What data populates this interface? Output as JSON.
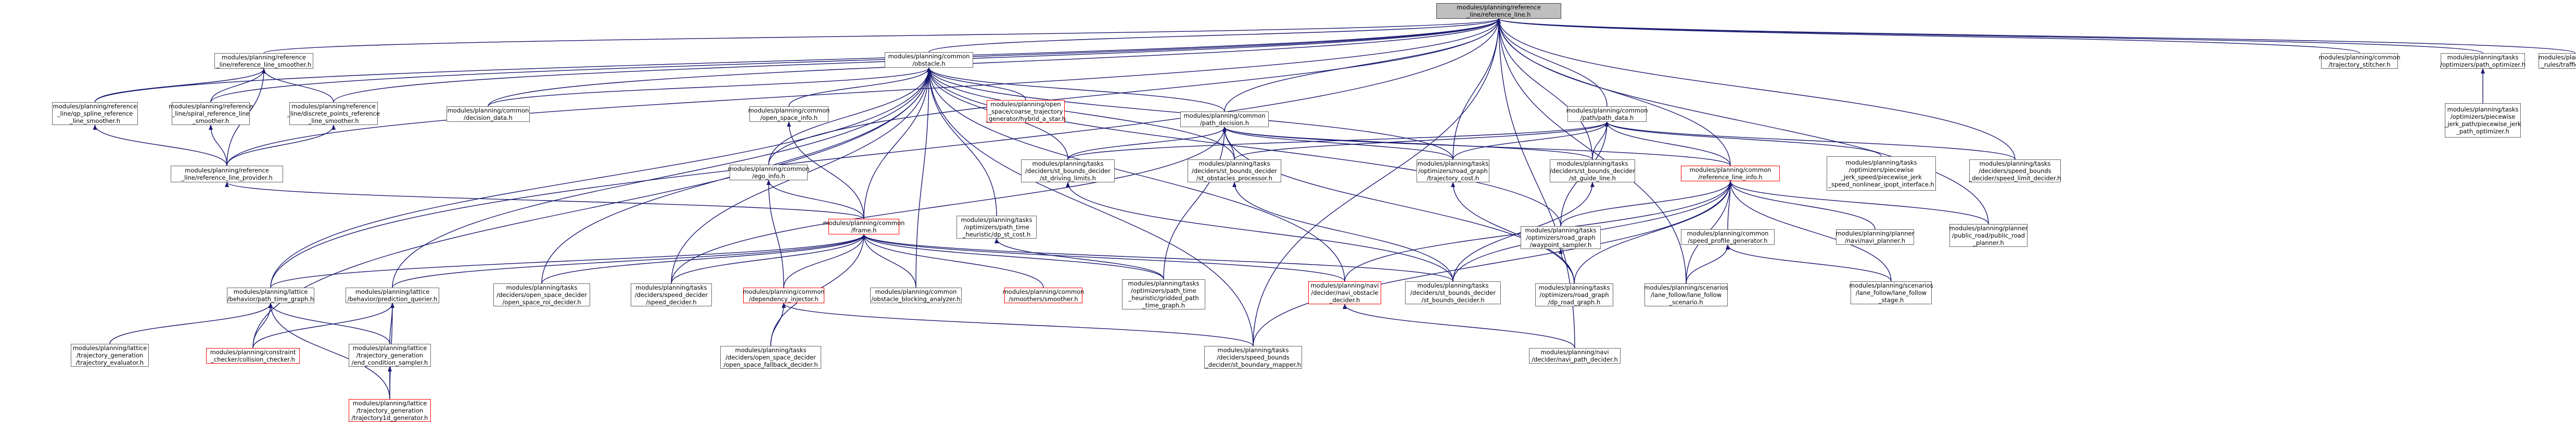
{
  "graph": {
    "nodes": [
      {
        "id": "ref_line",
        "label": "modules/planning/reference\n_line/reference_line.h",
        "style": "root"
      },
      {
        "id": "ref_smoother",
        "label": "modules/planning/reference\n_line/reference_line_smoother.h",
        "style": "normal"
      },
      {
        "id": "qp_spline",
        "label": "modules/planning/reference\n_line/qp_spline_reference\n_line_smoother.h",
        "style": "normal"
      },
      {
        "id": "spiral",
        "label": "modules/planning/reference\n_line/spiral_reference_line\n_smoother.h",
        "style": "normal"
      },
      {
        "id": "discrete",
        "label": "modules/planning/reference\n_line/discrete_points_reference\n_line_smoother.h",
        "style": "normal"
      },
      {
        "id": "provider",
        "label": "modules/planning/reference\n_line/reference_line_provider.h",
        "style": "normal"
      },
      {
        "id": "obstacle",
        "label": "modules/planning/common\n/obstacle.h",
        "style": "normal"
      },
      {
        "id": "decision_data",
        "label": "modules/planning/common\n/decision_data.h",
        "style": "normal"
      },
      {
        "id": "open_space_info",
        "label": "modules/planning/common\n/open_space_info.h",
        "style": "normal"
      },
      {
        "id": "hybrid_a_star",
        "label": "modules/planning/open\n_space/coarse_trajectory\n_generator/hybrid_a_star.h",
        "style": "red"
      },
      {
        "id": "path_decision",
        "label": "modules/planning/common\n/path_decision.h",
        "style": "normal"
      },
      {
        "id": "path_data",
        "label": "modules/planning/common\n/path/path_data.h",
        "style": "normal"
      },
      {
        "id": "ego_info",
        "label": "modules/planning/common\n/ego_info.h",
        "style": "normal"
      },
      {
        "id": "frame",
        "label": "modules/planning/common\n/frame.h",
        "style": "red"
      },
      {
        "id": "path_time_heuristic",
        "label": "modules/planning/tasks\n/optimizers/path_time\n_heuristic/dp_st_cost.h",
        "style": "normal"
      },
      {
        "id": "st_driving_limits",
        "label": "modules/planning/tasks\n/deciders/st_bounds_decider\n/st_driving_limits.h",
        "style": "normal"
      },
      {
        "id": "st_obstacles_processor",
        "label": "modules/planning/tasks\n/deciders/st_bounds_decider\n/st_obstacles_processor.h",
        "style": "normal"
      },
      {
        "id": "trajectory_cost",
        "label": "modules/planning/tasks\n/optimizers/road_graph\n/trajectory_cost.h",
        "style": "normal"
      },
      {
        "id": "st_guide_line",
        "label": "modules/planning/tasks\n/deciders/st_bounds_decider\n/st_guide_line.h",
        "style": "normal"
      },
      {
        "id": "reference_line_info",
        "label": "modules/planning/common\n/reference_line_info.h",
        "style": "red"
      },
      {
        "id": "piecewise_jerk",
        "label": "modules/planning/tasks\n/optimizers/piecewise\n_jerk_speed/piecewise_jerk\n_speed_nonlinear_ipopt_interface.h",
        "style": "normal"
      },
      {
        "id": "speed_limit_decider",
        "label": "modules/planning/tasks\n/deciders/speed_bounds\n_decider/speed_limit_decider.h",
        "style": "normal"
      },
      {
        "id": "waypoint_sampler",
        "label": "modules/planning/tasks\n/optimizers/road_graph\n/waypoint_sampler.h",
        "style": "normal"
      },
      {
        "id": "speed_profile_generator",
        "label": "modules/planning/common\n/speed_profile_generator.h",
        "style": "normal"
      },
      {
        "id": "navi_planner",
        "label": "modules/planning/planner\n/navi/navi_planner.h",
        "style": "normal"
      },
      {
        "id": "public_road_planner",
        "label": "modules/planning/planner\n/public_road/public_road\n_planner.h",
        "style": "normal"
      },
      {
        "id": "trajectory_stitcher",
        "label": "modules/planning/common\n/trajectory_stitcher.h",
        "style": "normal"
      },
      {
        "id": "path_optimizer",
        "label": "modules/planning/tasks\n/optimizers/path_optimizer.h",
        "style": "normal"
      },
      {
        "id": "traffic_decider",
        "label": "modules/planning/traffic\n_rules/traffic_decider.h",
        "style": "normal"
      },
      {
        "id": "piecewise_jerk_path",
        "label": "modules/planning/tasks\n/optimizers/piecewise\n_jerk_path/piecewise_jerk\n_path_optimizer.h",
        "style": "normal"
      },
      {
        "id": "path_time_graph",
        "label": "modules/planning/lattice\n/behavior/path_time_graph.h",
        "style": "normal"
      },
      {
        "id": "prediction_querier",
        "label": "modules/planning/lattice\n/behavior/prediction_querier.h",
        "style": "normal"
      },
      {
        "id": "open_space_roi_decider",
        "label": "modules/planning/tasks\n/deciders/open_space_decider\n/open_space_roi_decider.h",
        "style": "normal"
      },
      {
        "id": "speed_decider",
        "label": "modules/planning/tasks\n/deciders/speed_decider\n/speed_decider.h",
        "style": "normal"
      },
      {
        "id": "dependency_injector",
        "label": "modules/planning/common\n/dependency_injector.h",
        "style": "red"
      },
      {
        "id": "obstacle_blocking",
        "label": "modules/planning/common\n/obstacle_blocking_analyzer.h",
        "style": "normal"
      },
      {
        "id": "smoothers",
        "label": "modules/planning/common\n/smoothers/smoother.h",
        "style": "red"
      },
      {
        "id": "gridded_path_time_graph",
        "label": "modules/planning/tasks\n/optimizers/path_time\n_heuristic/gridded_path\n_time_graph.h",
        "style": "normal"
      },
      {
        "id": "navi_obstacle_decider",
        "label": "modules/planning/navi\n/decider/navi_obstacle\n_decider.h",
        "style": "red"
      },
      {
        "id": "st_bounds_decider",
        "label": "modules/planning/tasks\n/deciders/st_bounds_decider\n/st_bounds_decider.h",
        "style": "normal"
      },
      {
        "id": "dp_road_graph",
        "label": "modules/planning/tasks\n/optimizers/road_graph\n/dp_road_graph.h",
        "style": "normal"
      },
      {
        "id": "lane_follow_scenario",
        "label": "modules/planning/scenarios\n/lane_follow/lane_follow\n_scenario.h",
        "style": "normal"
      },
      {
        "id": "lane_follow_stage",
        "label": "modules/planning/scenarios\n/lane_follow/lane_follow\n_stage.h",
        "style": "normal"
      },
      {
        "id": "trajectory_evaluator",
        "label": "modules/planning/lattice\n/trajectory_generation\n/trajectory_evaluator.h",
        "style": "normal"
      },
      {
        "id": "collision_checker",
        "label": "modules/planning/constraint\n_checker/collision_checker.h",
        "style": "red"
      },
      {
        "id": "end_condition_sampler",
        "label": "modules/planning/lattice\n/trajectory_generation\n/end_condition_sampler.h",
        "style": "normal"
      },
      {
        "id": "open_space_fallback_decider",
        "label": "modules/planning/tasks\n/deciders/open_space_decider\n/open_space_fallback_decider.h",
        "style": "normal"
      },
      {
        "id": "st_boundary_mapper",
        "label": "modules/planning/tasks\n/deciders/speed_bounds\n_decider/st_boundary_mapper.h",
        "style": "normal"
      },
      {
        "id": "navi_path_decider",
        "label": "modules/planning/navi\n/decider/navi_path_decider.h",
        "style": "normal"
      },
      {
        "id": "trajectory1d_generator",
        "label": "modules/planning/lattice\n/trajectory_generation\n/trajectory1d_generator.h",
        "style": "red"
      }
    ],
    "edges": [
      [
        "ref_smoother",
        "ref_line"
      ],
      [
        "qp_spline",
        "ref_line"
      ],
      [
        "spiral",
        "ref_line"
      ],
      [
        "discrete",
        "ref_line"
      ],
      [
        "provider",
        "ref_line"
      ],
      [
        "obstacle",
        "ref_line"
      ],
      [
        "path_decision",
        "ref_line"
      ],
      [
        "path_data",
        "ref_line"
      ],
      [
        "reference_line_info",
        "ref_line"
      ],
      [
        "trajectory_stitcher",
        "ref_line"
      ],
      [
        "path_optimizer",
        "ref_line"
      ],
      [
        "traffic_decider",
        "ref_line"
      ],
      [
        "path_time_graph",
        "ref_line"
      ],
      [
        "trajectory_cost",
        "ref_line"
      ],
      [
        "st_guide_line",
        "ref_line"
      ],
      [
        "speed_limit_decider",
        "ref_line"
      ],
      [
        "decision_data",
        "ref_line"
      ],
      [
        "st_boundary_mapper",
        "ref_line"
      ],
      [
        "navi_path_decider",
        "ref_line"
      ],
      [
        "lane_follow_scenario",
        "ref_line"
      ],
      [
        "public_road_planner",
        "ref_line"
      ],
      [
        "ego_info",
        "ref_line"
      ],
      [
        "qp_spline",
        "ref_smoother"
      ],
      [
        "spiral",
        "ref_smoother"
      ],
      [
        "discrete",
        "ref_smoother"
      ],
      [
        "provider",
        "ref_smoother"
      ],
      [
        "provider",
        "qp_spline"
      ],
      [
        "provider",
        "spiral"
      ],
      [
        "provider",
        "discrete"
      ],
      [
        "frame",
        "provider"
      ],
      [
        "decision_data",
        "obstacle"
      ],
      [
        "open_space_info",
        "obstacle"
      ],
      [
        "hybrid_a_star",
        "obstacle"
      ],
      [
        "path_decision",
        "obstacle"
      ],
      [
        "ego_info",
        "obstacle"
      ],
      [
        "frame",
        "obstacle"
      ],
      [
        "path_time_graph",
        "obstacle"
      ],
      [
        "prediction_querier",
        "obstacle"
      ],
      [
        "open_space_roi_decider",
        "obstacle"
      ],
      [
        "speed_decider",
        "obstacle"
      ],
      [
        "st_obstacles_processor",
        "obstacle"
      ],
      [
        "trajectory_cost",
        "obstacle"
      ],
      [
        "st_boundary_mapper",
        "obstacle"
      ],
      [
        "navi_obstacle_decider",
        "obstacle"
      ],
      [
        "waypoint_sampler",
        "obstacle"
      ],
      [
        "collision_checker",
        "obstacle"
      ],
      [
        "path_time_heuristic",
        "obstacle"
      ],
      [
        "st_driving_limits",
        "obstacle"
      ],
      [
        "obstacle_blocking",
        "obstacle"
      ],
      [
        "frame",
        "open_space_info"
      ],
      [
        "reference_line_info",
        "path_decision"
      ],
      [
        "st_driving_limits",
        "path_decision"
      ],
      [
        "st_obstacles_processor",
        "path_decision"
      ],
      [
        "trajectory_cost",
        "path_decision"
      ],
      [
        "st_guide_line",
        "path_decision"
      ],
      [
        "speed_decider",
        "path_decision"
      ],
      [
        "gridded_path_time_graph",
        "path_decision"
      ],
      [
        "dp_road_graph",
        "path_decision"
      ],
      [
        "reference_line_info",
        "path_data"
      ],
      [
        "piecewise_jerk",
        "path_data"
      ],
      [
        "speed_limit_decider",
        "path_data"
      ],
      [
        "waypoint_sampler",
        "path_data"
      ],
      [
        "st_guide_line",
        "path_data"
      ],
      [
        "st_obstacles_processor",
        "path_data"
      ],
      [
        "st_driving_limits",
        "path_data"
      ],
      [
        "trajectory_cost",
        "path_data"
      ],
      [
        "frame",
        "ego_info"
      ],
      [
        "dependency_injector",
        "ego_info"
      ],
      [
        "path_time_graph",
        "frame"
      ],
      [
        "prediction_querier",
        "frame"
      ],
      [
        "open_space_roi_decider",
        "frame"
      ],
      [
        "speed_decider",
        "frame"
      ],
      [
        "dependency_injector",
        "frame"
      ],
      [
        "obstacle_blocking",
        "frame"
      ],
      [
        "smoothers",
        "frame"
      ],
      [
        "gridded_path_time_graph",
        "frame"
      ],
      [
        "navi_obstacle_decider",
        "frame"
      ],
      [
        "st_bounds_decider",
        "frame"
      ],
      [
        "open_space_fallback_decider",
        "frame"
      ],
      [
        "gridded_path_time_graph",
        "path_time_heuristic"
      ],
      [
        "st_bounds_decider",
        "st_driving_limits"
      ],
      [
        "st_bounds_decider",
        "st_obstacles_processor"
      ],
      [
        "dp_road_graph",
        "trajectory_cost"
      ],
      [
        "st_bounds_decider",
        "st_guide_line"
      ],
      [
        "waypoint_sampler",
        "reference_line_info"
      ],
      [
        "speed_profile_generator",
        "reference_line_info"
      ],
      [
        "navi_planner",
        "reference_line_info"
      ],
      [
        "public_road_planner",
        "reference_line_info"
      ],
      [
        "dp_road_graph",
        "reference_line_info"
      ],
      [
        "lane_follow_scenario",
        "reference_line_info"
      ],
      [
        "lane_follow_stage",
        "reference_line_info"
      ],
      [
        "st_bounds_decider",
        "reference_line_info"
      ],
      [
        "navi_obstacle_decider",
        "reference_line_info"
      ],
      [
        "st_boundary_mapper",
        "reference_line_info"
      ],
      [
        "dp_road_graph",
        "waypoint_sampler"
      ],
      [
        "lane_follow_scenario",
        "speed_profile_generator"
      ],
      [
        "lane_follow_stage",
        "speed_profile_generator"
      ],
      [
        "piecewise_jerk_path",
        "path_optimizer"
      ],
      [
        "trajectory_evaluator",
        "path_time_graph"
      ],
      [
        "collision_checker",
        "path_time_graph"
      ],
      [
        "end_condition_sampler",
        "path_time_graph"
      ],
      [
        "trajectory1d_generator",
        "path_time_graph"
      ],
      [
        "collision_checker",
        "prediction_querier"
      ],
      [
        "end_condition_sampler",
        "prediction_querier"
      ],
      [
        "trajectory1d_generator",
        "prediction_querier"
      ],
      [
        "trajectory1d_generator",
        "end_condition_sampler"
      ],
      [
        "open_space_fallback_decider",
        "dependency_injector"
      ],
      [
        "st_boundary_mapper",
        "dependency_injector"
      ],
      [
        "navi_path_decider",
        "navi_obstacle_decider"
      ]
    ]
  }
}
